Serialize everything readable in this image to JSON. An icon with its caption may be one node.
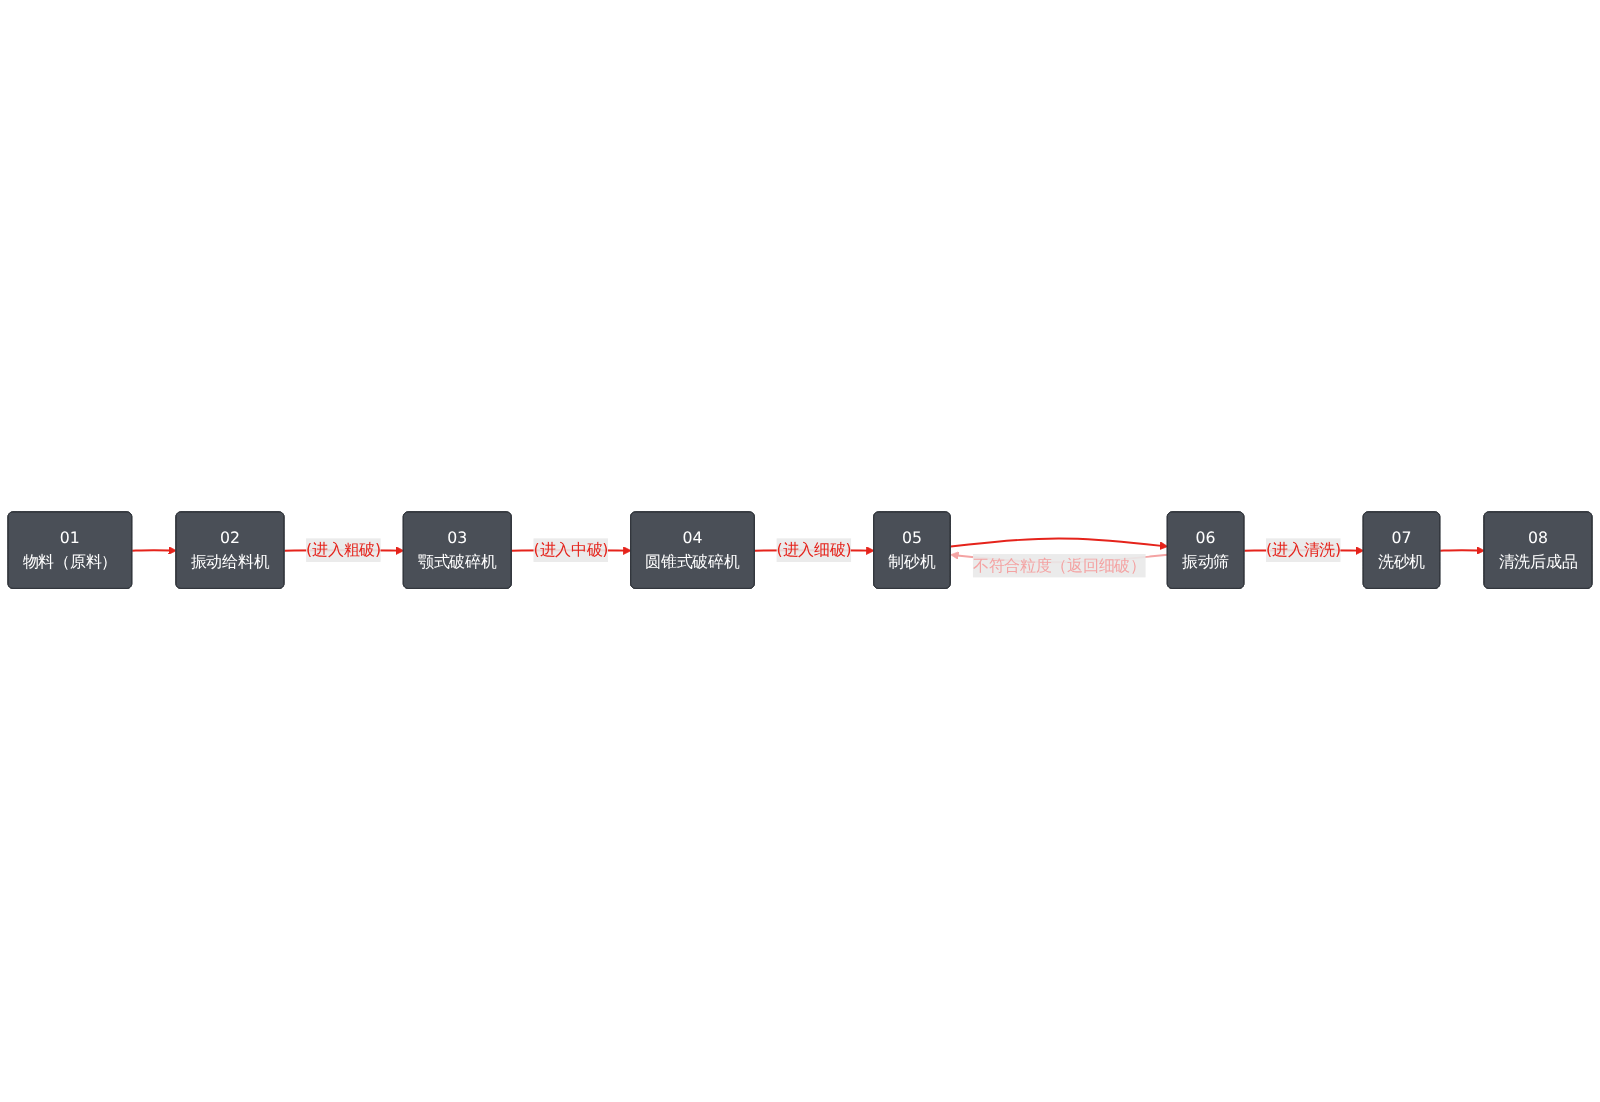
{
  "diagram": {
    "nodes": [
      {
        "text": [
          "01",
          "物料（原料）"
        ]
      },
      {
        "text": [
          "02",
          "振动给料机"
        ]
      },
      {
        "text": [
          "03",
          "颚式破碎机"
        ]
      },
      {
        "text": [
          "04",
          "圆锥式破碎机"
        ]
      },
      {
        "text": [
          "05",
          "制砂机"
        ]
      },
      {
        "text": [
          "06",
          "振动筛"
        ]
      },
      {
        "text": [
          "07",
          "洗砂机"
        ]
      },
      {
        "text": [
          "08",
          "清洗后成品"
        ]
      }
    ],
    "edges": [
      {
        "from": 0,
        "to": 1,
        "arrow": "to"
      },
      {
        "from": 1,
        "to": 2,
        "arrow": "to",
        "label": "(进入粗破)"
      },
      {
        "from": 2,
        "to": 3,
        "arrow": "to",
        "label": "(进入中破)"
      },
      {
        "from": 3,
        "to": 4,
        "arrow": "to",
        "label": "(进入细破)"
      },
      {
        "from": 4,
        "to": 5,
        "arrow": "to"
      },
      {
        "from": 5,
        "to": 4,
        "arrow": "to",
        "label": "不符合粒度（返回细破）",
        "color": "#f4a3a3"
      },
      {
        "from": 5,
        "to": 6,
        "arrow": "to",
        "label": "(进入清洗)"
      },
      {
        "from": 6,
        "to": 7,
        "arrow": "to"
      }
    ]
  }
}
